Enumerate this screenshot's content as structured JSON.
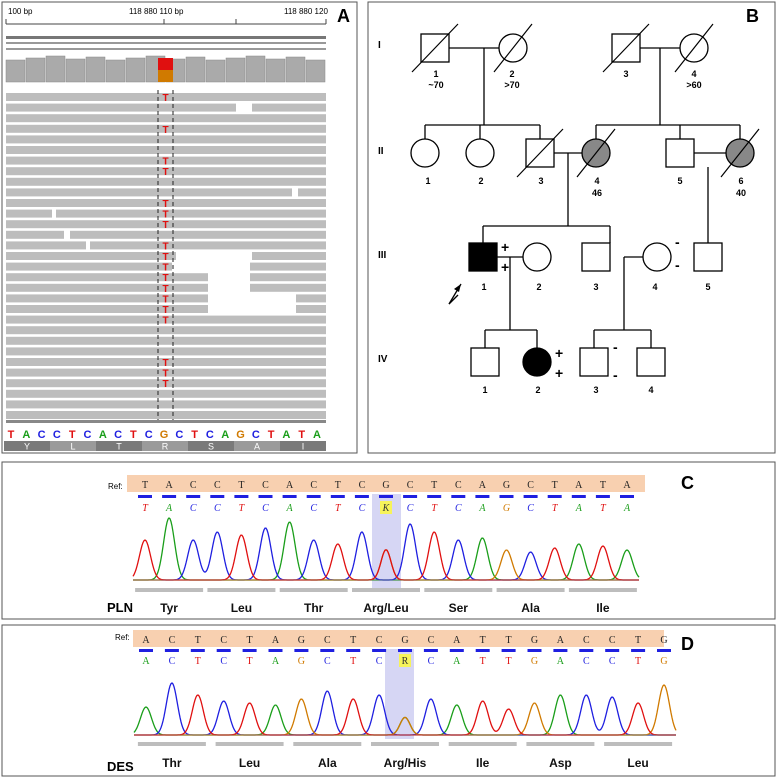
{
  "panelA": {
    "label": "A",
    "ruler": {
      "left": "100 bp",
      "center": "118 880 110 bp",
      "right": "118 880 120"
    },
    "ref_seq": [
      "T",
      "A",
      "C",
      "C",
      "T",
      "C",
      "A",
      "C",
      "T",
      "C",
      "G",
      "C",
      "T",
      "C",
      "A",
      "G",
      "C",
      "T",
      "A",
      "T",
      "A"
    ],
    "variant_index": 10,
    "aa_track": [
      "Y",
      "L",
      "T",
      "R",
      "S",
      "A",
      "I"
    ],
    "alt_base": "T",
    "alt_rows": [
      0,
      3,
      6,
      7,
      10,
      11,
      12,
      14,
      15,
      16,
      17,
      18,
      19,
      20,
      21,
      25,
      26,
      27
    ]
  },
  "panelB": {
    "label": "B",
    "generations": [
      "I",
      "II",
      "III",
      "IV"
    ],
    "individuals": [
      {
        "id": "I-1",
        "num": "1",
        "age": "~70"
      },
      {
        "id": "I-2",
        "num": "2",
        "age": ">70"
      },
      {
        "id": "I-3",
        "num": "3",
        "age": ""
      },
      {
        "id": "I-4",
        "num": "4",
        "age": ">60"
      },
      {
        "id": "II-1",
        "num": "1",
        "age": ""
      },
      {
        "id": "II-2",
        "num": "2",
        "age": ""
      },
      {
        "id": "II-3",
        "num": "3",
        "age": ""
      },
      {
        "id": "II-4",
        "num": "4",
        "age": "46"
      },
      {
        "id": "II-5",
        "num": "5",
        "age": ""
      },
      {
        "id": "II-6",
        "num": "6",
        "age": "40"
      },
      {
        "id": "III-1",
        "num": "1",
        "age": ""
      },
      {
        "id": "III-2",
        "num": "2",
        "age": ""
      },
      {
        "id": "III-3",
        "num": "3",
        "age": ""
      },
      {
        "id": "III-4",
        "num": "4",
        "age": ""
      },
      {
        "id": "III-5",
        "num": "5",
        "age": ""
      },
      {
        "id": "IV-1",
        "num": "1",
        "age": ""
      },
      {
        "id": "IV-2",
        "num": "2",
        "age": ""
      },
      {
        "id": "IV-3",
        "num": "3",
        "age": ""
      },
      {
        "id": "IV-4",
        "num": "4",
        "age": ""
      }
    ],
    "genotype_signs": {
      "plus": "+",
      "minus": "-"
    }
  },
  "panelC": {
    "label": "C",
    "ref_label": "Ref:",
    "ref_seq": [
      "T",
      "A",
      "C",
      "C",
      "T",
      "C",
      "A",
      "C",
      "T",
      "C",
      "G",
      "C",
      "T",
      "C",
      "A",
      "G",
      "C",
      "T",
      "A",
      "T",
      "A"
    ],
    "call_seq": [
      "T",
      "A",
      "C",
      "C",
      "T",
      "C",
      "A",
      "C",
      "T",
      "C",
      "K",
      "C",
      "T",
      "C",
      "A",
      "G",
      "C",
      "T",
      "A",
      "T",
      "A"
    ],
    "highlight_index": 10,
    "gene": "PLN",
    "amino_acids": [
      "Tyr",
      "Leu",
      "Thr",
      "Arg/Leu",
      "Ser",
      "Ala",
      "Ile"
    ]
  },
  "panelD": {
    "label": "D",
    "ref_label": "Ref:",
    "ref_seq": [
      "A",
      "C",
      "T",
      "C",
      "T",
      "A",
      "G",
      "C",
      "T",
      "C",
      "G",
      "C",
      "A",
      "T",
      "T",
      "G",
      "A",
      "C",
      "C",
      "T",
      "G"
    ],
    "call_seq": [
      "A",
      "C",
      "T",
      "C",
      "T",
      "A",
      "G",
      "C",
      "T",
      "C",
      "R",
      "C",
      "A",
      "T",
      "T",
      "G",
      "A",
      "C",
      "C",
      "T",
      "G"
    ],
    "highlight_index": 10,
    "gene": "DES",
    "amino_acids": [
      "Thr",
      "Leu",
      "Ala",
      "Arg/His",
      "Ile",
      "Asp",
      "Leu"
    ]
  },
  "colors": {
    "A": "#1a9e1a",
    "C": "#1f1fe0",
    "G": "#d07a00",
    "T": "#e01010",
    "affected": "#000000",
    "deceased_affected": "#888888",
    "highlight": "#c8c8f0",
    "ref_band": "#f8d0b0"
  }
}
